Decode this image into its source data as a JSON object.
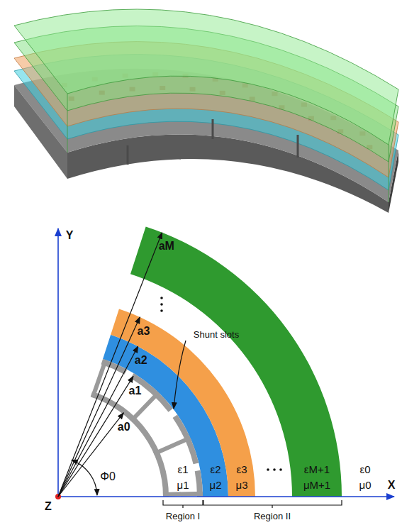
{
  "diagram": {
    "labels": [
      "Y",
      "X",
      "Z",
      "aM",
      "a3",
      "a2",
      "a1",
      "a0",
      "Shunt slots",
      "Φ0",
      "ε1",
      "μ1",
      "ε2",
      "μ2",
      "ε3",
      "μ3",
      "εM+1",
      "μM+1",
      "ε0",
      "μ0",
      "Region I",
      "Region II"
    ]
  }
}
